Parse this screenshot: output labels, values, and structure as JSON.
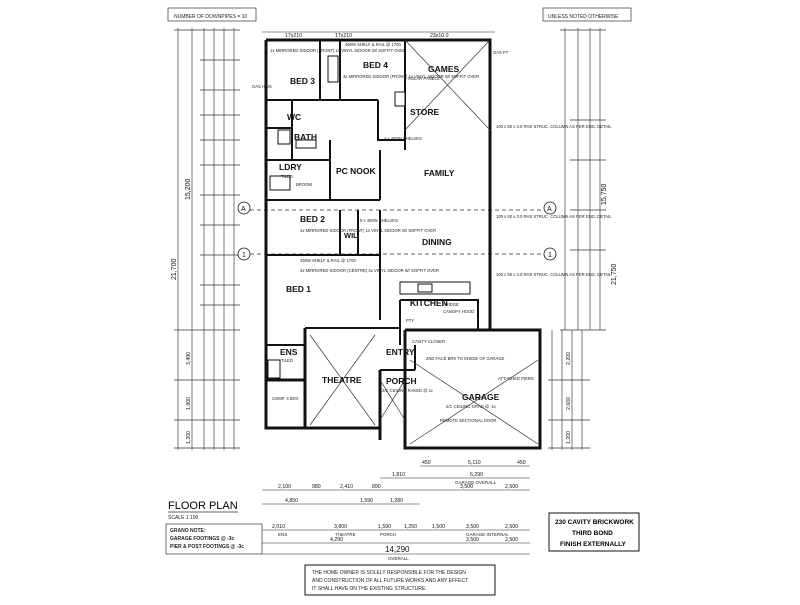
{
  "header": {
    "downpipes": "NUMBER OF DOWNPIPES = 10",
    "unless": "UNLESS NOTED OTHERWISE"
  },
  "rooms": {
    "bed3": "BED 3",
    "bed4": "BED 4",
    "games": "GAMES",
    "store": "STORE",
    "wc": "WC",
    "bath": "BATH",
    "ldry": "LDRY",
    "pcnook": "PC NOOK",
    "family": "FAMILY",
    "bed2": "BED 2",
    "wil": "WIL",
    "dining": "DINING",
    "bed1": "BED 1",
    "kitchen": "KITCHEN",
    "ens": "ENS",
    "theatre": "THEATRE",
    "entry": "ENTRY",
    "porch": "PORCH",
    "garage": "GARAGE"
  },
  "notes": {
    "bed3_robe": "1x MIRRORED SIDOOR (FRONT) 1x VINYL SIDOOR W/ SOFFIT OVER",
    "shelf4": "450W SHELF & RAIL @ 1700",
    "bed4_robe": "3x MIRRORED SIDOOR (FRONT) 1x VINYL SIDOOR W/ SOFFIT OVER",
    "solar": "SOLAR PANELS",
    "gas": "GAS HWS",
    "gaspt": "GAS PT",
    "column1": "100 x 50 x 3.0 RHS STRUC. COLUMN AS PER ENG. DETAIL",
    "column2": "100 x 50 x 3.0 RHS STRUC. COLUMN AS PER ENG. DETAIL",
    "column3": "100 x 50 x 3.0 RHS STRUC. COLUMN AS PER ENG. DETAIL",
    "shelves": "4 x 450W SHELVES",
    "ldry_tiled": "TILED",
    "broom": "BROOM",
    "bed2_robe": "1x MIRRORED SIDOOR (FRONT) 1x VINYL SIDOOR W/ SOFFIT OVER",
    "wil_shelves": "5 x 450W SHELVES",
    "shelf1": "450W SHELF & RAIL @ 1700",
    "bed1_robe": "3x MIRRORED SIDOOR (CENTRE) 3x VINYL SIDOOR W/ SOFFIT OVER",
    "fridge": "FRIDGE",
    "canopy": "CANOPY HOOD",
    "pantry": "PTY",
    "ens_tiled": "TILED",
    "cavity_closer": "CAVITY CLOSER",
    "face_brick": "2ND FACE BRK TO INSIDE OF GARAGE",
    "piers": "ATTACHED PIERS",
    "garage_ceiling": "2/C CEILING GRAD @ -1c",
    "door": "REMOTE SECTIONAL DOOR",
    "ceiling_porch": "2/C CEILING RAKED @ 1c",
    "comp_box": "COMP. 4 BOX"
  },
  "dims": {
    "top": [
      "17x210",
      "17x210",
      "23x10.0"
    ],
    "left_outer": "21,700",
    "left_inner": "15,200",
    "right_outer": "21,750",
    "right_inner": "15,750",
    "left_lower": [
      "3,490",
      "1,900",
      "1,200"
    ],
    "right_lower": [
      "2,200",
      "2,600",
      "1,200"
    ],
    "bottom_row1": [
      "450",
      "5,110",
      "450"
    ],
    "bottom_row2": [
      "1,810",
      "6,290"
    ],
    "bottom_garage": "GARAGE OVERALL",
    "bottom_row3": [
      "2,100",
      "980",
      "2,410",
      "890",
      "3,500",
      "2,500"
    ],
    "bottom_row4": [
      "4,850",
      "1,590",
      "1,280"
    ],
    "bottom_row5": [
      "2,010",
      "3,800",
      "1,590",
      "1,250",
      "1,500",
      "3,500",
      "2,500"
    ],
    "bottom_row6": [
      "4,290",
      "3,500",
      "2,500"
    ],
    "overall": "14,290",
    "overall_label": "OVERALL",
    "theatre_label": "THEATRE",
    "ens_label": "ENS",
    "porch_label": "PORCH",
    "garage_internal": "GARAGE INTERNAL"
  },
  "grid_markers": [
    "A",
    "A",
    "1",
    "1"
  ],
  "legend": {
    "title": "FLOOR PLAN",
    "scale": "SCALE 1:100",
    "grano_title": "GRANO NOTE:",
    "grano1": "GARAGE FOOTINGS @ -3c",
    "grano2": "PIER & POST FOOTINGS @ -3c"
  },
  "brick_box": {
    "line1": "230 CAVITY BRICKWORK",
    "line2": "THIRD BOND",
    "line3": "FINISH EXTERNALLY"
  },
  "disclaimer": {
    "line1": "THE HOME OWNER IS SOLELY RESPONSIBLE FOR THE DESIGN",
    "line2": "AND CONSTRUCTION OF ALL FUTURE WORKS AND ANY EFFECT",
    "line3": "IT SHALL HAVE ON THE EXISTING STRUCTURE."
  }
}
